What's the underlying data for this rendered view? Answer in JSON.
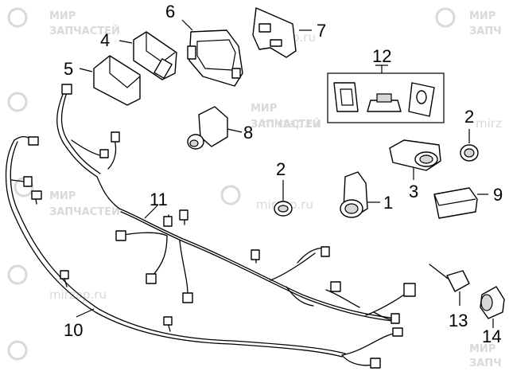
{
  "watermark": {
    "line1": "МИР",
    "line2": "ЗАПЧАСТЕЙ",
    "url": "mirzap.ru",
    "clipped_right_1": "МИР",
    "clipped_right_2": "ЗАПЧ",
    "clipped_url": "mirz"
  },
  "callouts": {
    "c1": "1",
    "c2a": "2",
    "c2b": "2",
    "c3": "3",
    "c4": "4",
    "c5": "5",
    "c6": "6",
    "c7": "7",
    "c8": "8",
    "c9": "9",
    "c10": "10",
    "c11": "11",
    "c12": "12",
    "c13": "13",
    "c14": "14"
  },
  "colors": {
    "line": "#000000",
    "watermark": "#d9d9d9",
    "background": "#ffffff"
  }
}
